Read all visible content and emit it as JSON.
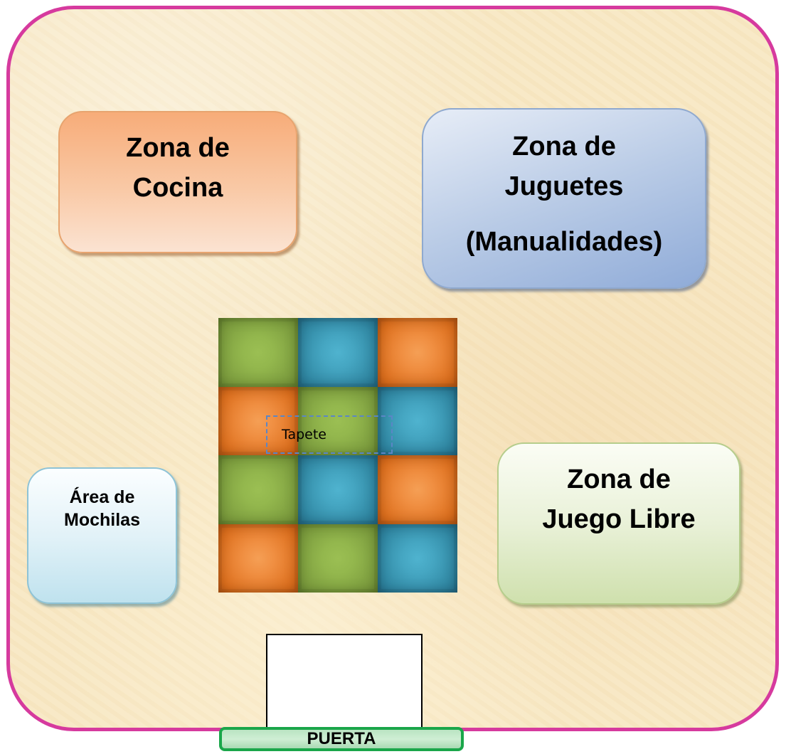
{
  "zones": {
    "cocina": {
      "line1": "Zona de",
      "line2": "Cocina"
    },
    "juguetes": {
      "line1": "Zona de",
      "line2": "Juguetes",
      "line3": "(Manualidades)"
    },
    "libre": {
      "line1": "Zona de",
      "line2": "Juego Libre"
    },
    "mochilas": {
      "line1": "Área de",
      "line2": "Mochilas"
    }
  },
  "mat": {
    "label": "Tapete",
    "rows": [
      [
        "green",
        "blue",
        "orange"
      ],
      [
        "orange",
        "green",
        "blue"
      ],
      [
        "green",
        "blue",
        "orange"
      ],
      [
        "orange",
        "green",
        "blue"
      ]
    ]
  },
  "door": {
    "label": "PUERTA"
  },
  "colors": {
    "room_border": "#d63a9e",
    "door_border": "#1aa64a",
    "green": "#7c9c3e",
    "blue": "#2f86a1",
    "orange": "#dd6f1d"
  }
}
